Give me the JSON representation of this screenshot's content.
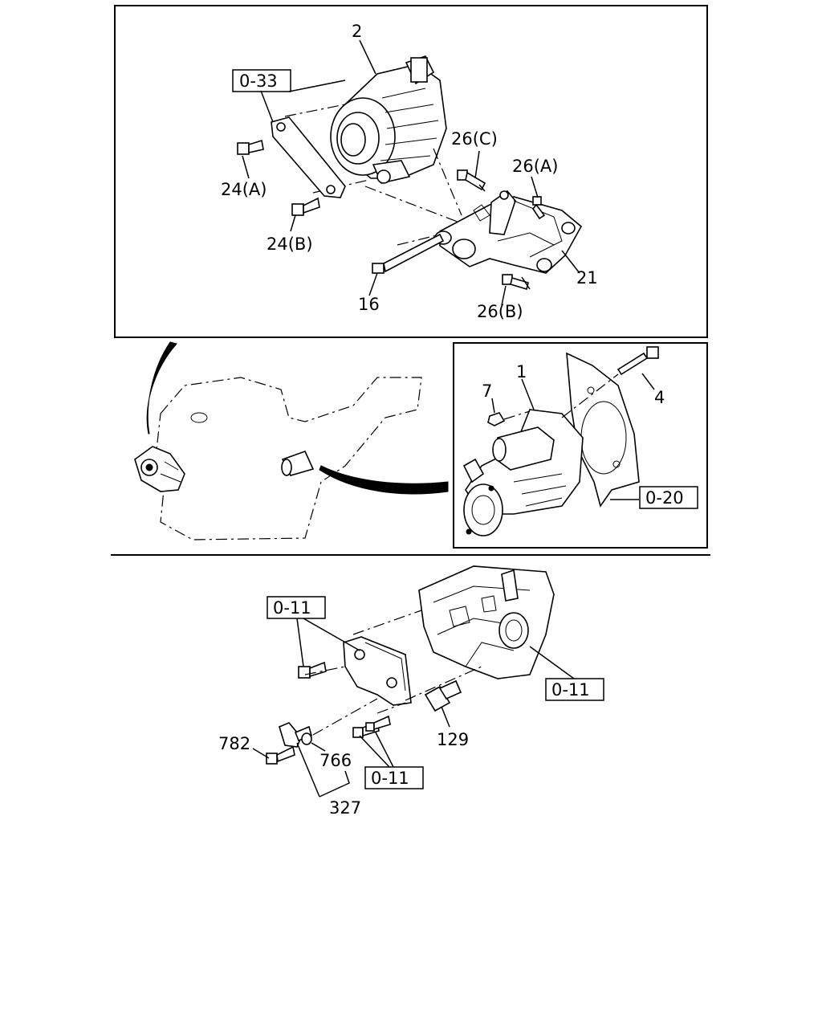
{
  "labels": {
    "alt_2": "2",
    "ref_0_33": "0-33",
    "bolt_26c": "26(C)",
    "bolt_26a": "26(A)",
    "bolt_24a": "24(A)",
    "bolt_24b": "24(B)",
    "bracket_21": "21",
    "bolt_16": "16",
    "bolt_26b": "26(B)",
    "starter_1": "1",
    "nut_7": "7",
    "bolt_4": "4",
    "ref_0_20": "0-20",
    "ref_0_11_top": "0-11",
    "ref_0_11_right": "0-11",
    "ref_0_11_bottom": "0-11",
    "sensor_129": "129",
    "bolt_782": "782",
    "oring_766": "766",
    "sensor_327": "327"
  },
  "colors": {
    "line": "#000000",
    "background": "#ffffff"
  }
}
